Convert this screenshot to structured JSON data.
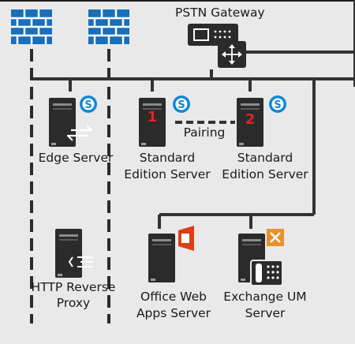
{
  "labels": {
    "pstn_gateway": "PSTN Gateway",
    "edge_server": "Edge Server",
    "pairing": "Pairing",
    "standard_1_line1": "Standard",
    "standard_1_line2": "Edition Server",
    "standard_2_line1": "Standard",
    "standard_2_line2": "Edition Server",
    "http_proxy_line1": "HTTP Reverse",
    "http_proxy_line2": "Proxy",
    "office_web_line1": "Office Web",
    "office_web_line2": "Apps Server",
    "exchange_um_line1": "Exchange UM",
    "exchange_um_line2": "Server"
  },
  "badges": {
    "pool_member_1": "1",
    "pool_member_2": "2"
  },
  "icons": {
    "firewall": "firewall-icon",
    "skype": "skype-icon",
    "server": "server-icon",
    "gateway": "pstn-gateway-icon",
    "office": "office-icon",
    "exchange": "exchange-icon",
    "phone": "ip-phone-icon"
  },
  "colors": {
    "background": "#e9e9e9",
    "firewall_blue": "#1a6fb8",
    "skype_blue": "#0f88d4",
    "server_dark": "#2b2b2b",
    "line_dark": "#333333",
    "badge_red": "#e02424",
    "office_red": "#dc3e15",
    "exchange_orange": "#e8912b"
  }
}
